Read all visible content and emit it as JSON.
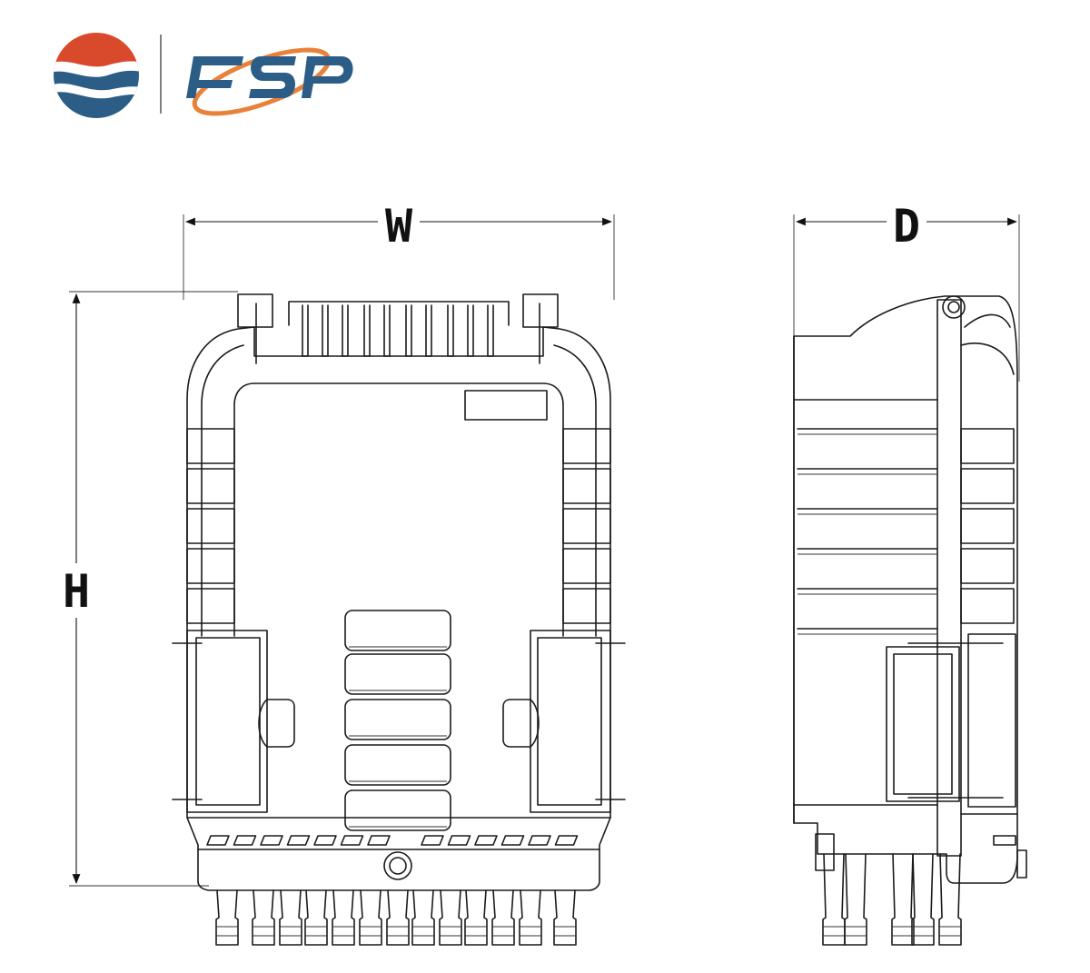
{
  "brand": {
    "name": "FSP",
    "colors": {
      "red": "#d9492c",
      "blue": "#2b5d86",
      "orange": "#e8823a",
      "navy": "#27496b"
    }
  },
  "dimensions": {
    "width_label": "W",
    "depth_label": "D",
    "height_label": "H"
  },
  "views": [
    "front-view",
    "side-view"
  ]
}
